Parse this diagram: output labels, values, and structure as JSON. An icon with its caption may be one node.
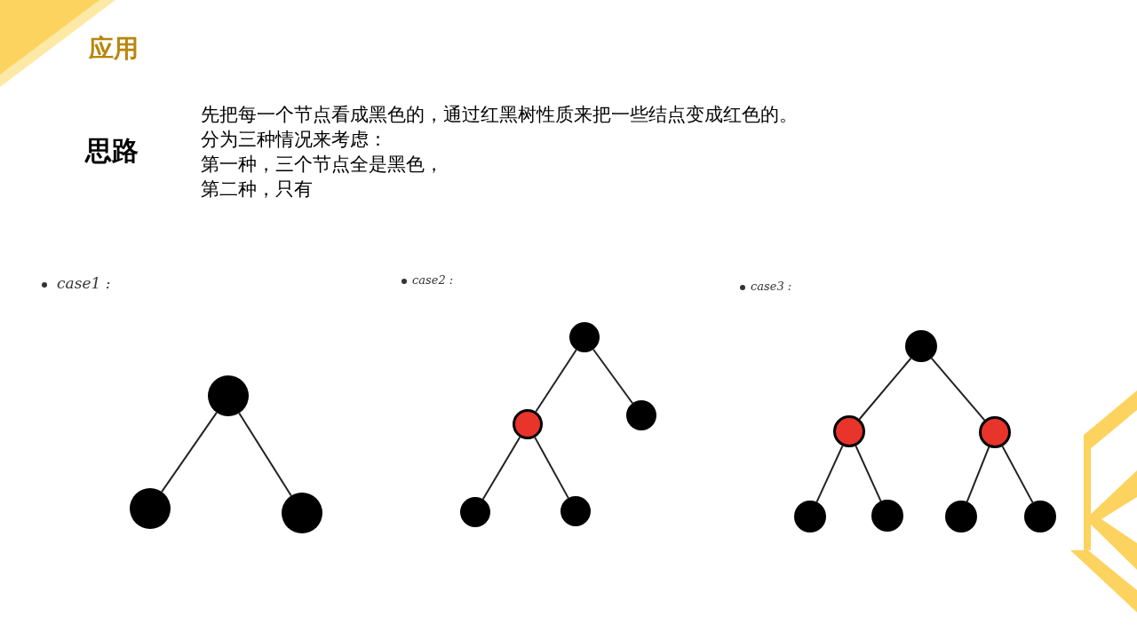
{
  "diagram": {
    "title": "应用",
    "nodes": [
      {
        "text": [],
        "shape": "circle"
      },
      {
        "text": [],
        "shape": "circle"
      },
      {
        "text": [],
        "shape": "circle"
      },
      {
        "text": [],
        "shape": "circle"
      },
      {
        "text": [],
        "shape": "circle"
      },
      {
        "text": [],
        "shape": "circle"
      },
      {
        "text": [],
        "shape": "circle"
      },
      {
        "text": [],
        "shape": "circle"
      },
      {
        "text": [],
        "shape": "circle"
      },
      {
        "text": [],
        "shape": "circle"
      },
      {
        "text": [],
        "shape": "circle"
      },
      {
        "text": [],
        "shape": "circle"
      },
      {
        "text": [],
        "shape": "circle"
      },
      {
        "text": [],
        "shape": "circle"
      },
      {
        "text": [],
        "shape": "circle"
      }
    ],
    "edges": [
      {
        "from": 0,
        "to": 1,
        "arrow": "none"
      },
      {
        "from": 0,
        "to": 2,
        "arrow": "none"
      },
      {
        "from": 3,
        "to": 4,
        "arrow": "none"
      },
      {
        "from": 3,
        "to": 5,
        "arrow": "none"
      },
      {
        "from": 4,
        "to": 6,
        "arrow": "none"
      },
      {
        "from": 4,
        "to": 7,
        "arrow": "none"
      },
      {
        "from": 8,
        "to": 9,
        "arrow": "none"
      },
      {
        "from": 8,
        "to": 10,
        "arrow": "none"
      },
      {
        "from": 9,
        "to": 11,
        "arrow": "none"
      },
      {
        "from": 9,
        "to": 12,
        "arrow": "none"
      },
      {
        "from": 10,
        "to": 13,
        "arrow": "none"
      },
      {
        "from": 10,
        "to": 14,
        "arrow": "none"
      }
    ],
    "labels": [
      "思路",
      "先把每一个节点看成黑色的，通过红黑树性质来把一些结点变成红色的。",
      "分为三种情况来考虑：",
      "第一种，三个节点全是黑色，",
      "第二种，只有",
      "case1 :",
      "case2 :",
      "case3 :"
    ]
  }
}
